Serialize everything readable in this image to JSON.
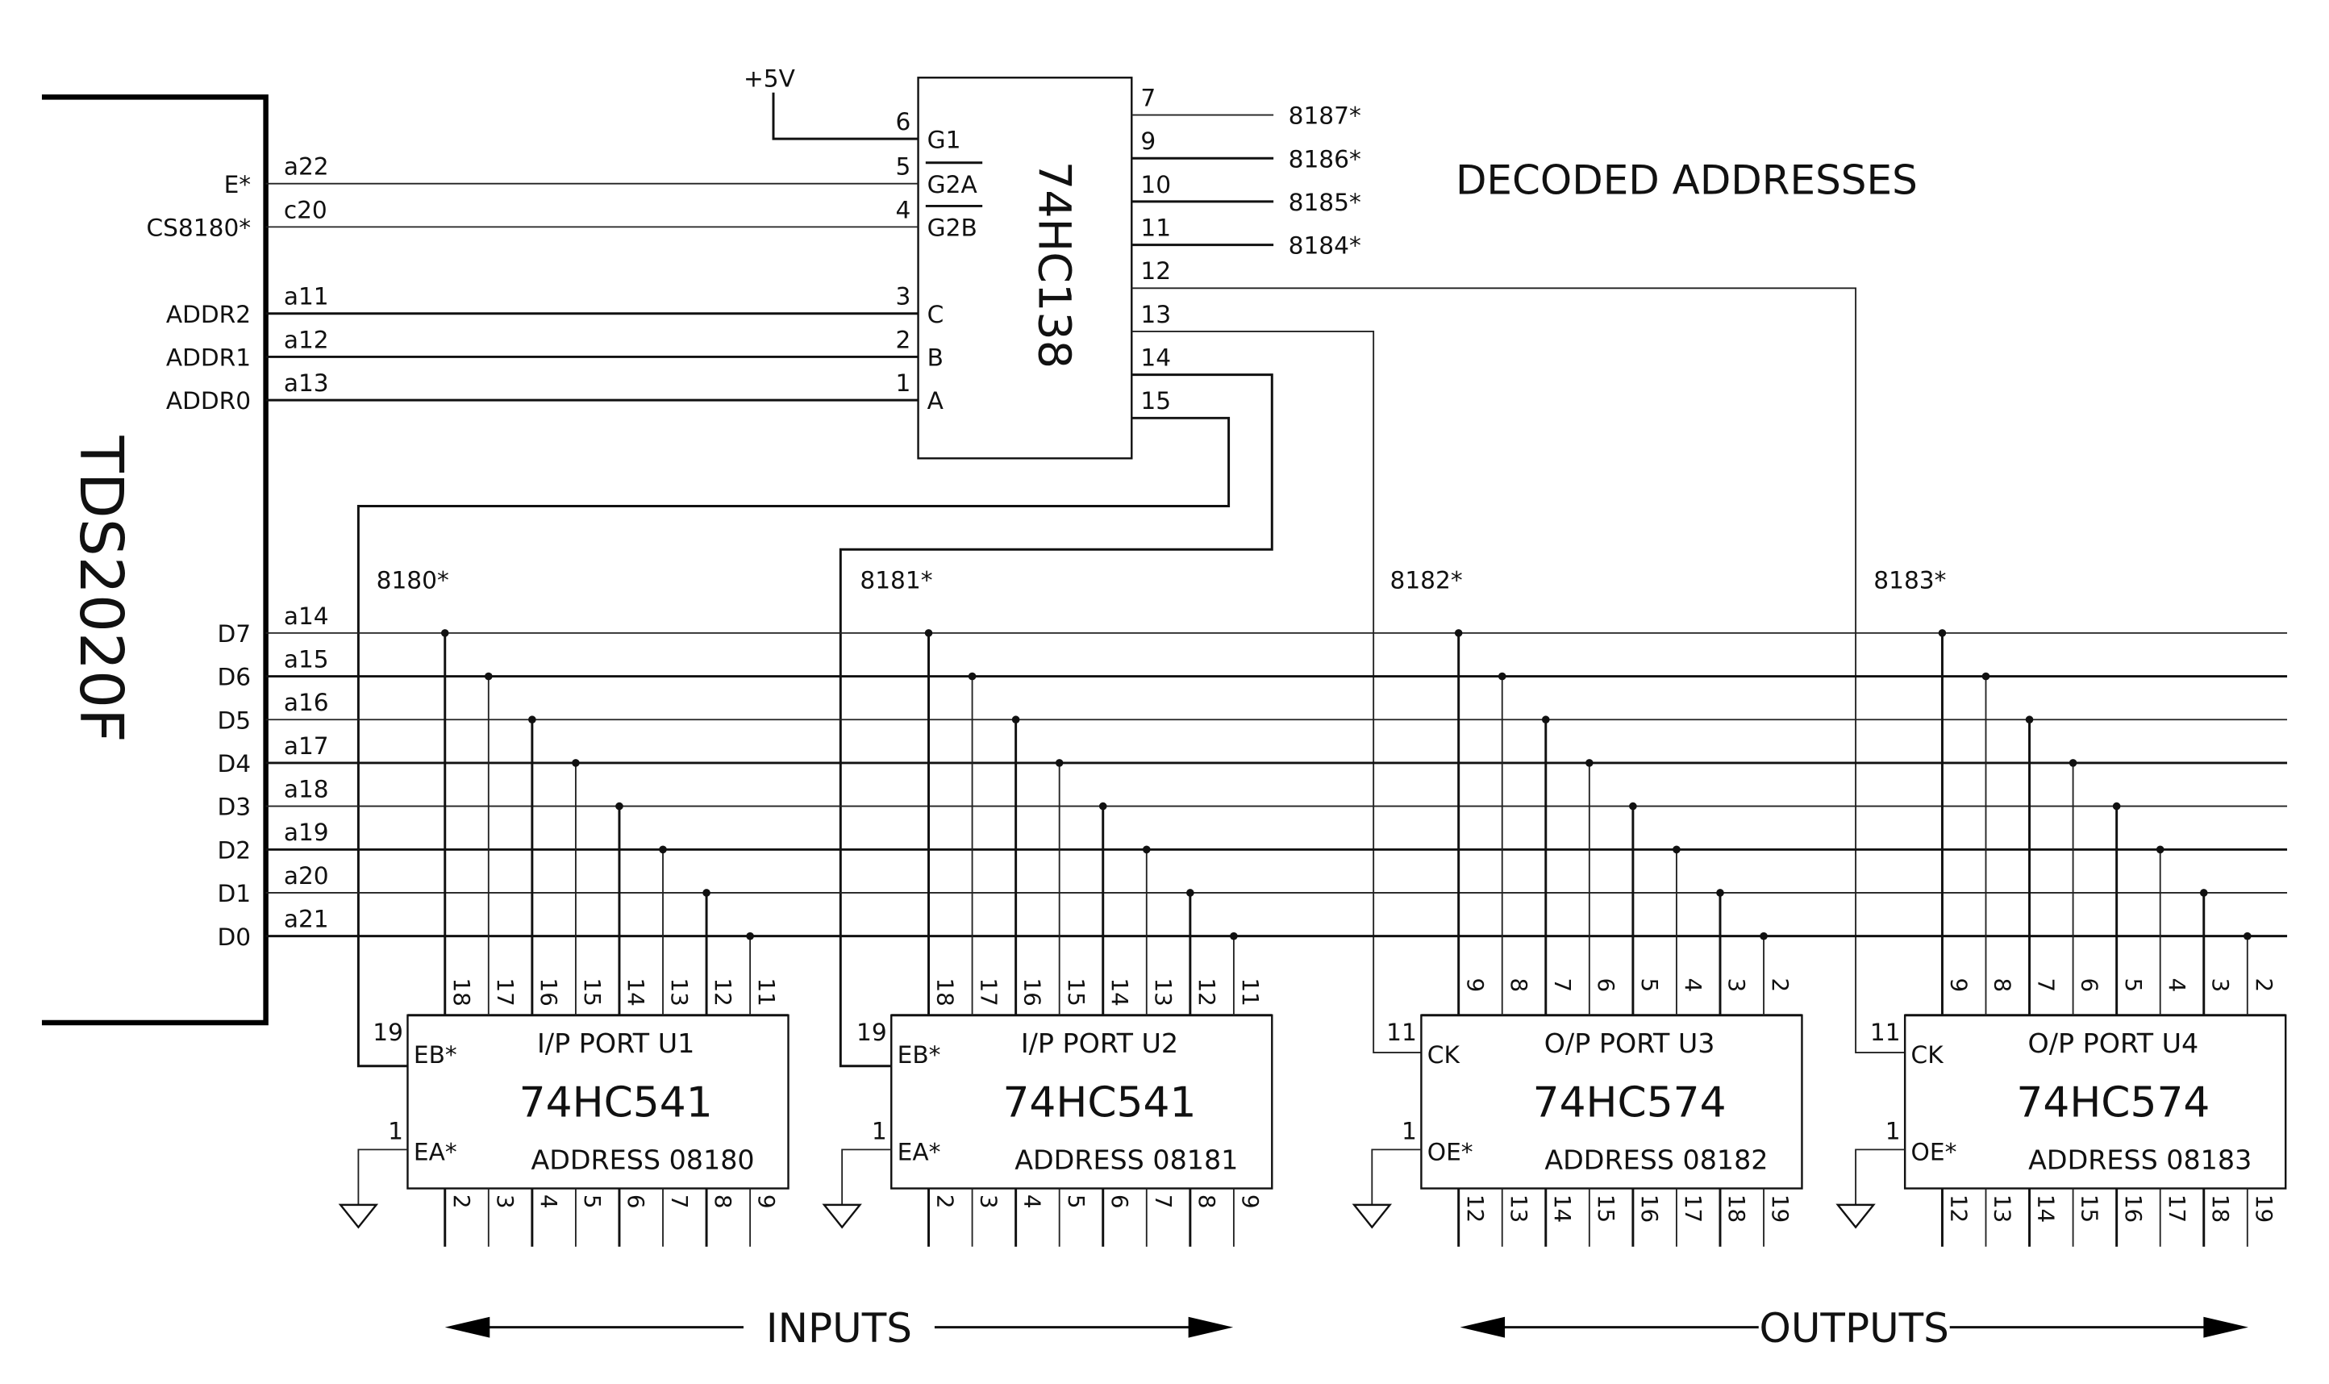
{
  "connector": {
    "name": "TDS2020F",
    "control_signals": [
      {
        "label": "E*",
        "pin": "a22",
        "decoder_pin": "5",
        "decoder_input": "G2A"
      },
      {
        "label": "CS8180*",
        "pin": "c20",
        "decoder_pin": "4",
        "decoder_input": "G2B"
      },
      {
        "label": "ADDR2",
        "pin": "a11",
        "decoder_pin": "3",
        "decoder_input": "C"
      },
      {
        "label": "ADDR1",
        "pin": "a12",
        "decoder_pin": "2",
        "decoder_input": "B"
      },
      {
        "label": "ADDR0",
        "pin": "a13",
        "decoder_pin": "1",
        "decoder_input": "A"
      }
    ],
    "data_bus": [
      {
        "label": "D7",
        "pin": "a14"
      },
      {
        "label": "D6",
        "pin": "a15"
      },
      {
        "label": "D5",
        "pin": "a16"
      },
      {
        "label": "D4",
        "pin": "a17"
      },
      {
        "label": "D3",
        "pin": "a18"
      },
      {
        "label": "D2",
        "pin": "a19"
      },
      {
        "label": "D1",
        "pin": "a20"
      },
      {
        "label": "D0",
        "pin": "a21"
      }
    ]
  },
  "decoder": {
    "part": "74HC138",
    "supply": "+5V",
    "g1_pin": "6",
    "g1_label": "G1",
    "outputs": [
      "7",
      "9",
      "10",
      "11",
      "12",
      "13",
      "14",
      "15"
    ],
    "decoded_addresses": [
      "8187*",
      "8186*",
      "8185*",
      "8184*"
    ],
    "decoded_title": "DECODED ADDRESSES"
  },
  "ports": [
    {
      "select": "8180*",
      "title": "I/P PORT U1",
      "part": "74HC541",
      "address": "ADDRESS 08180",
      "en1_pin": "19",
      "en1_label": "EB*",
      "en2_pin": "1",
      "en2_label": "EA*",
      "top_pins": [
        "18",
        "17",
        "16",
        "15",
        "14",
        "13",
        "12",
        "11"
      ],
      "bottom_pins": [
        "2",
        "3",
        "4",
        "5",
        "6",
        "7",
        "8",
        "9"
      ]
    },
    {
      "select": "8181*",
      "title": "I/P PORT U2",
      "part": "74HC541",
      "address": "ADDRESS 08181",
      "en1_pin": "19",
      "en1_label": "EB*",
      "en2_pin": "1",
      "en2_label": "EA*",
      "top_pins": [
        "18",
        "17",
        "16",
        "15",
        "14",
        "13",
        "12",
        "11"
      ],
      "bottom_pins": [
        "2",
        "3",
        "4",
        "5",
        "6",
        "7",
        "8",
        "9"
      ]
    },
    {
      "select": "8182*",
      "title": "O/P PORT U3",
      "part": "74HC574",
      "address": "ADDRESS 08182",
      "en1_pin": "11",
      "en1_label": "CK",
      "en2_pin": "1",
      "en2_label": "OE*",
      "top_pins": [
        "9",
        "8",
        "7",
        "6",
        "5",
        "4",
        "3",
        "2"
      ],
      "bottom_pins": [
        "12",
        "13",
        "14",
        "15",
        "16",
        "17",
        "18",
        "19"
      ]
    },
    {
      "select": "8183*",
      "title": "O/P PORT U4",
      "part": "74HC574",
      "address": "ADDRESS 08183",
      "en1_pin": "11",
      "en1_label": "CK",
      "en2_pin": "1",
      "en2_label": "OE*",
      "top_pins": [
        "9",
        "8",
        "7",
        "6",
        "5",
        "4",
        "3",
        "2"
      ],
      "bottom_pins": [
        "12",
        "13",
        "14",
        "15",
        "16",
        "17",
        "18",
        "19"
      ]
    }
  ],
  "arrows": {
    "inputs": "INPUTS",
    "outputs": "OUTPUTS"
  }
}
